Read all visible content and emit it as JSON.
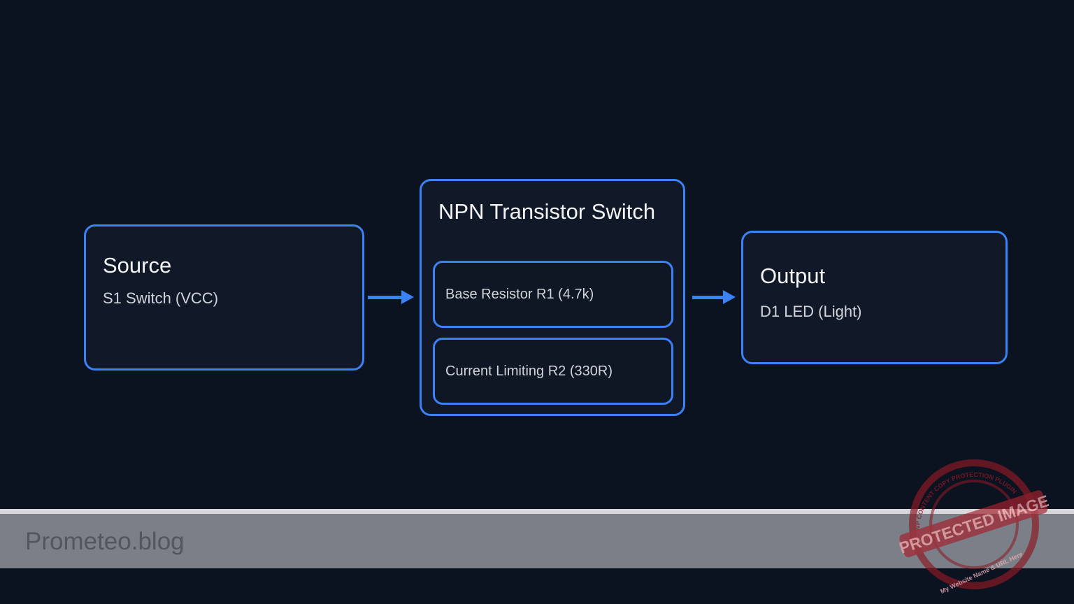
{
  "diagram": {
    "source": {
      "title": "Source",
      "subtitle": "S1 Switch (VCC)"
    },
    "transistor": {
      "title": "NPN Transistor Switch",
      "components": [
        "Base Resistor R1 (4.7k)",
        "Current Limiting R2 (330R)"
      ]
    },
    "output": {
      "title": "Output",
      "subtitle": "D1 LED (Light)"
    },
    "accent_color": "#3b82f6"
  },
  "footer": {
    "brand": "Prometeo.blog"
  },
  "watermark": {
    "text": "PROTECTED IMAGE",
    "ring_text": "WP CONTENT COPY PROTECTION PLUGIN",
    "bottom_text": "My Website Name & URL Here"
  }
}
